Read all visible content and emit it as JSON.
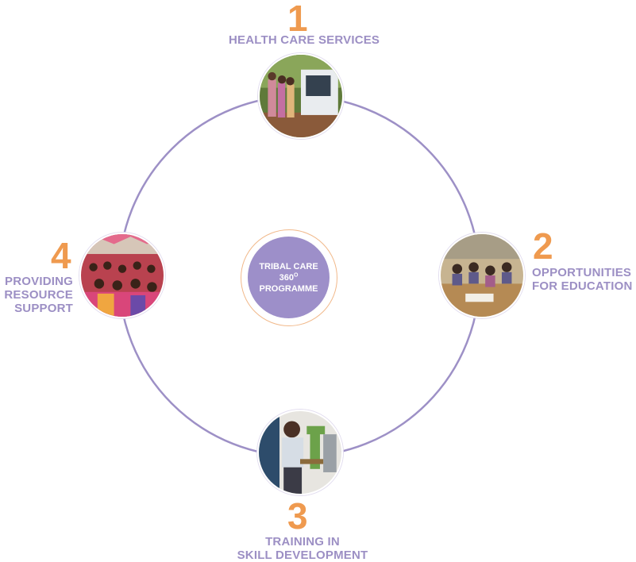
{
  "center": {
    "line1": "TRIBAL CARE",
    "line2": "360",
    "line2_sup": "O",
    "line3": "PROGRAMME"
  },
  "steps": [
    {
      "number": "1",
      "label_lines": [
        "HEALTH CARE SERVICES"
      ],
      "photo": "health-care-van-photo"
    },
    {
      "number": "2",
      "label_lines": [
        "OPPORTUNITIES",
        "FOR EDUCATION"
      ],
      "photo": "classroom-students-photo"
    },
    {
      "number": "3",
      "label_lines": [
        "TRAINING IN",
        "SKILL DEVELOPMENT"
      ],
      "photo": "skill-training-machine-photo"
    },
    {
      "number": "4",
      "label_lines": [
        "PROVIDING",
        "RESOURCE",
        "SUPPORT"
      ],
      "photo": "community-gathering-photo"
    }
  ],
  "colors": {
    "accent_orange": "#ef9a4f",
    "label_purple": "#9c8fc4",
    "ring_purple": "#9d90c6",
    "center_fill": "#9d8fc9"
  }
}
